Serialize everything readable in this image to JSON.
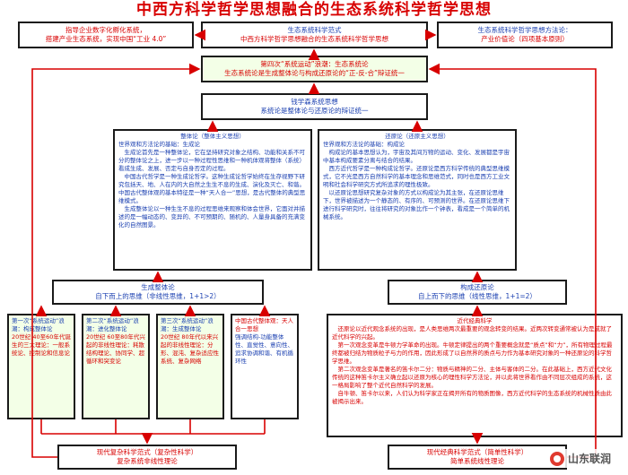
{
  "title": "中西方科学哲学思想融合的生态系统科学哲学思想",
  "top": {
    "center": [
      "生态系统科学范式",
      "中西方科学哲学思想融合的生态系统科学哲学思想"
    ],
    "left": [
      "指导企业数字化孵化系统，",
      "搭建产业生态系统，实现中国“工业 4.0”"
    ],
    "right": [
      "生态系统科学哲学思想方法论：",
      "产业价值论（四项基本原则）"
    ]
  },
  "fourth": [
    "第四次“系统运动”浪潮：生态系统论",
    "生态系统论是生成整体论与构成还原论的“正-反-合”辩证统一"
  ],
  "debate": [
    "钱学森系统思想",
    "系统论是整体论与还原论的辩证统一"
  ],
  "holism": {
    "heading": "整体论（整体主义思想）",
    "p1": "世界观和方法论的基础：生成论",
    "p2": "生成论首先是一种整体论，它在坚持研究对象之结构、功能和关系不可分的整体论之上，进一步以一种过程性思维和一种机体观将整体（系统）看成生成、发展、否定与自身否定的过程。",
    "p3": "中国古代哲学是一种生成论哲学。这种生成论哲学始终在生存视野下研究包括天、地、人在内的大自然之生生不息的生成、演化及灭亡、和谐。中国古代整体观的基本特征是一种“天人合一”思想，是古代整体的典型思维模式。",
    "p4": "生成整体论以一种生生不息的过程思维来观察和体会世界，它面对并描述的是一幅动态的、变异的、不可预期的、随机的、人量身具备的充满变化的自然图景。"
  },
  "reduction": {
    "heading": "还原论（还原主义思想）",
    "p1": "世界观和方法论的基础：构成论",
    "p2": "构成论的基本思想认为，宇宙及其间万物的运动、变化、发展都是宇宙中基本构成要素分离与结合的结果。",
    "p3": "西方近代哲学是一种构成论哲学。还原论是西方科学传统的典型思维模式，它不光是西方自然科学的基本理念和思维范式，同时也是西方工业文明和社会科学研究方式所追求的理性极致。",
    "p4": "以还原论思想研究复杂对象的方式以构成论为其主张，在还原论思维下，世界被描述为一个静态的、有序的、可预测的世界。在还原论思维下进行科学研究时，往往将研究的对象比作一个钟表，看成是一个简单的机械系统。"
  },
  "generative": [
    "生成整体论",
    "自下而上的思维（非线性思维，1+1>2）"
  ],
  "constructive": [
    "构成还原论",
    "自上而下的思维（线性思维，1+1=2）"
  ],
  "waves": [
    {
      "head": "第一次“系统运动”浪潮：构成整体论",
      "body": "20世纪 40至60年代诞生的三大理论：一般系统论、控制论和信息论"
    },
    {
      "head": "第二次“系统运动”浪潮：进化整体论",
      "body": "20世纪 60至80年代兴起的非线性理论：耗散结构理论、协同学、超循环和突变论"
    },
    {
      "head": "第三次“系统运动”浪潮：生成整体论",
      "body": "20世纪 80年代以来兴起的非线性理论：分形、混沌、复杂适应性系统、复杂网络"
    },
    {
      "head": "中国古代整体观：天人合一思想",
      "body": "强调结构-功能整体性、直觉性、意向性、追求协调和谐、有机循环性"
    }
  ],
  "bottom_left": [
    "现代复杂科学范式（复杂性科学）",
    "复杂系统非线性理论"
  ],
  "bottom_right": [
    "现代经典科学范式（简单性科学）",
    "简单系统线性理论"
  ],
  "modern": {
    "heading": "近代经典科学",
    "p1": "还原论以近代观念系统的出现，是人类思维两次最重要的观念转变的结果。近两次转变通常被认为是成就了近代科学的兴起。",
    "p2": "第一次观念变革是牛顿力学革命的出现。牛顿定律提出的两个重要概念就是“质点”和“力”，所有物理过程最终都被归结为物质粒子与力的作用，因此形成了以自然界的质点与力作为基本研究对象的一种还原论的科学哲学思维。",
    "p3": "第二次观念变革是著名的笛卡尔二分：物质与精神的二分、主体与客体的二分。在此基础上，西方近代文化传统的这种笛卡尔主义确立起以还原为核心的理性科学方法论，并以此将世界看作由不同层次组成的系统，这一格局影响了整个近代自然科学的发展。",
    "p4": "自牛顿、笛卡尔以来，人们认为科学家正在揭开所有的物质图像，西方近代科学的生态系统的机械性质由此被揭示出来。"
  },
  "watermark": "山东联润"
}
